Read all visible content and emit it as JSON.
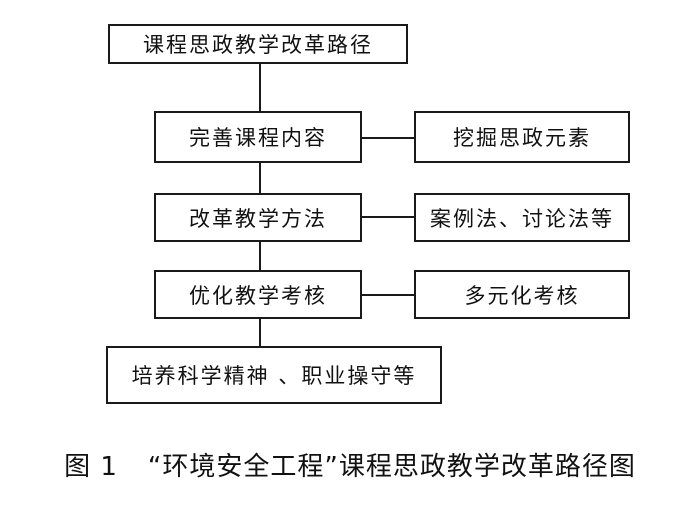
{
  "diagram": {
    "root": "课程思政教学改革路径",
    "steps": [
      {
        "label": "完善课程内容",
        "detail": "挖掘思政元素"
      },
      {
        "label": "改革教学方法",
        "detail": "案例法、讨论法等"
      },
      {
        "label": "优化教学考核",
        "detail": "多元化考核"
      }
    ],
    "outcome": "培养科学精神 、职业操守等"
  },
  "caption": {
    "number": "图 1",
    "title": "“环境安全工程”课程思政教学改革路径图"
  },
  "colors": {
    "stroke": "#1a1a1a",
    "background": "#ffffff",
    "text": "#111111"
  }
}
